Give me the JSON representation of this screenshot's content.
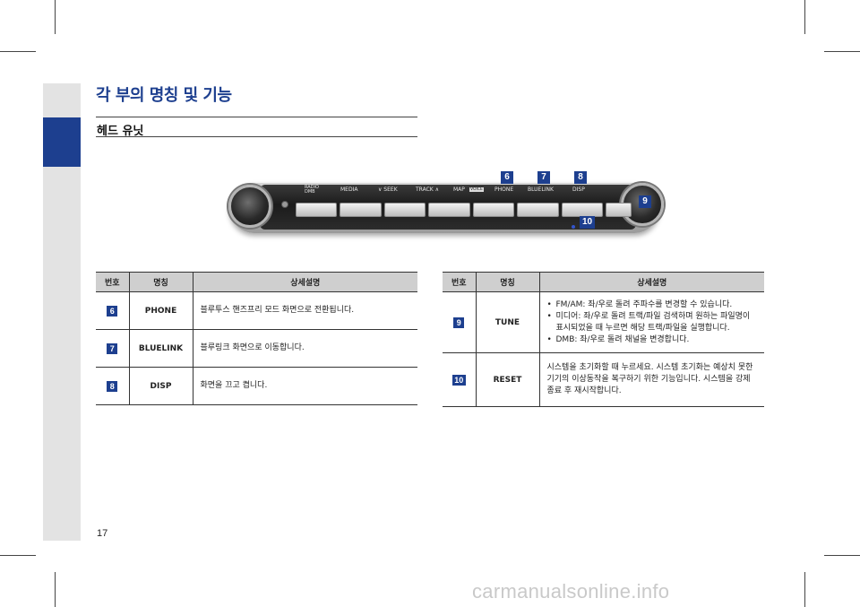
{
  "page": {
    "title": "각 부의 명칭 및 기능",
    "section": "헤드 유닛",
    "page_number": "17",
    "watermark": "carmanualsonline.info"
  },
  "head_unit": {
    "labels": {
      "radio": "RADIO DMB",
      "media": "MEDIA",
      "seek": "∨ SEEK",
      "track": "TRACK ∧",
      "map": "MAP",
      "voice": "VOICE",
      "phone": "PHONE",
      "bluelink": "BLUELINK",
      "disp": "DISP"
    },
    "markers": [
      "6",
      "7",
      "8",
      "9",
      "10"
    ]
  },
  "table_left": {
    "headers": [
      "번호",
      "명칭",
      "상세설명"
    ],
    "rows": [
      {
        "num": "6",
        "name": "PHONE",
        "desc": "블루투스 핸즈프리 모드 화면으로 전환됩니다."
      },
      {
        "num": "7",
        "name": "BLUELINK",
        "desc": "블루링크 화면으로 이동합니다."
      },
      {
        "num": "8",
        "name": "DISP",
        "desc": "화면을 끄고 켭니다."
      }
    ]
  },
  "table_right": {
    "headers": [
      "번호",
      "명칭",
      "상세설명"
    ],
    "tune": {
      "num": "9",
      "name": "TUNE",
      "bullets": [
        "FM/AM: 좌/우로 돌려 주파수를 변경할 수 있습니다.",
        "미디어: 좌/우로 돌려 트랙/파일 검색하며 원하는 파일명이 표시되었을 때 누르면 해당 트랙/파일을 실행합니다.",
        "DMB: 좌/우로 돌려 채널을 변경합니다."
      ]
    },
    "reset": {
      "num": "10",
      "name": "RESET",
      "desc": "시스템을 초기화할 때 누르세요. 시스템 초기화는 예상치 못한 기기의 이상동작을 복구하기 위한 기능입니다. 시스템을 강제 종료 후 재시작합니다."
    }
  }
}
